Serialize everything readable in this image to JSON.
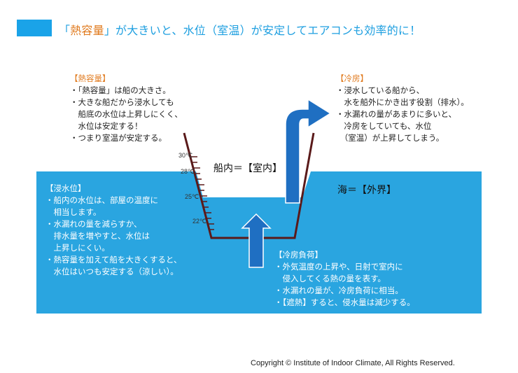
{
  "title": {
    "prefix": "「",
    "emphasis": "熱容量",
    "suffix": "」が大きいと、水位（室温）が安定してエアコンも効率的に！"
  },
  "notes": {
    "heat_capacity": {
      "heading": "【熱容量】",
      "lines": [
        "・「熱容量」は船の大きさ。",
        "・大きな船だから浸水しても",
        "　船底の水位は上昇しにくく、",
        "　水位は安定する！",
        "・つまり室温が安定する。"
      ]
    },
    "cooling": {
      "heading": "【冷房】",
      "lines": [
        "・浸水している船から、",
        "　水を船外にかき出す役割（排水）。",
        "・水漏れの量があまりに多いと、",
        "　冷房をしていても、水位",
        "　（室温）が上昇してしまう。"
      ]
    },
    "water_level": {
      "heading": "【浸水位】",
      "lines": [
        "・船内の水位は、部屋の温度に",
        "　相当します。",
        "・水漏れの量を減らすか、",
        "　排水量を増やすと、水位は",
        "　上昇しにくい。",
        "・熱容量を加えて船を大きくすると、",
        "　水位はいつも安定する（涼しい）。"
      ]
    },
    "cooling_load": {
      "heading": "【冷房負荷】",
      "lines": [
        "・外気温度の上昇や、日射で室内に",
        "　侵入してくる熱の量を表す。",
        "・水漏れの量が、冷房負荷に相当。",
        "・【遮熱】すると、侵水量は減少する。"
      ]
    }
  },
  "labels": {
    "inside": "船内＝【室内】",
    "outside": "海＝【外界】"
  },
  "temperatures": [
    "30℃",
    "28℃",
    "25℃",
    "22℃"
  ],
  "copyright": "Copyright © Institute of Indoor Climate, All Rights Reserved.",
  "colors": {
    "accent_blue": "#1aa3e8",
    "sea": "#2aa5e0",
    "orange": "#e07a1e",
    "hull": "#5a1a1a",
    "arrow": "#1f6fc2"
  }
}
